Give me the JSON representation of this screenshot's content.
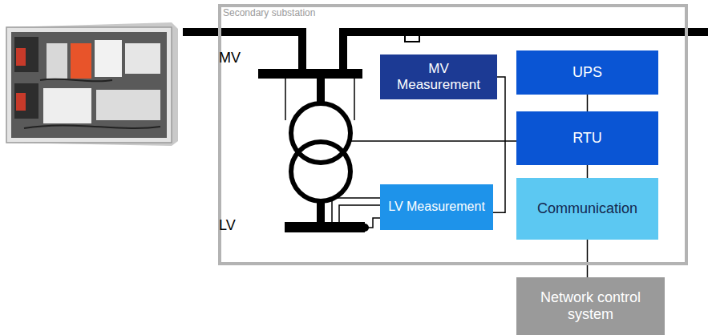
{
  "diagram": {
    "nodes": [
      {
        "text": [
          "Secondary substation"
        ]
      },
      {
        "text": [
          "MV Measurement"
        ],
        "in": 0
      },
      {
        "text": [
          "UPS"
        ],
        "in": 0
      },
      {
        "text": [
          "RTU"
        ],
        "in": 0
      },
      {
        "text": [
          "LV Measurement"
        ],
        "in": 0
      },
      {
        "text": [
          "Communication"
        ],
        "in": 0
      },
      {
        "text": [
          "Network control system"
        ]
      }
    ],
    "edges": [
      {
        "from": 2,
        "to": 3,
        "arrow": "none"
      },
      {
        "from": 3,
        "to": 5,
        "arrow": "none"
      },
      {
        "from": 5,
        "to": 6,
        "arrow": "none"
      },
      {
        "from": 1,
        "to": 4,
        "arrow": "none"
      }
    ],
    "labels": [
      "MV",
      "LV"
    ]
  }
}
